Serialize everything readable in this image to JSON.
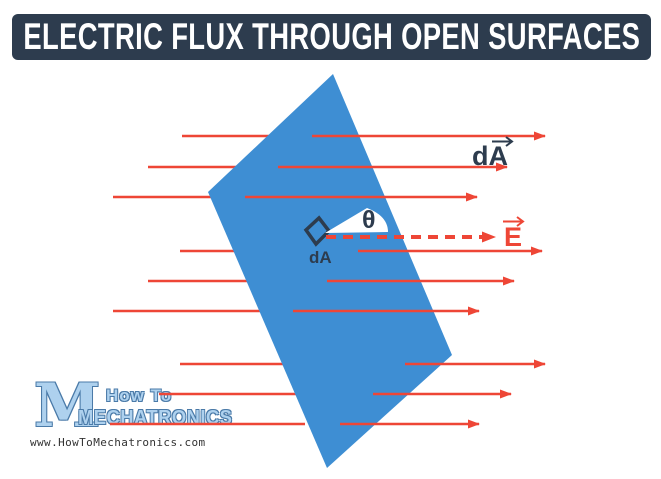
{
  "title": {
    "text": "ELECTRIC FLUX THROUGH OPEN SURFACES"
  },
  "diagram": {
    "area_vector_label": "dA",
    "field_vector_label": "E",
    "angle_label": "θ",
    "area_element_label": "dA"
  },
  "logo": {
    "monogram": "M",
    "brand_line1": "How To",
    "brand_line2": "MECHATRONICS",
    "website": "www.HowToMechatronics.com"
  },
  "colors": {
    "navy": "#2d3c4e",
    "surface_blue": "#3e8ed3",
    "field_red": "#ee4636",
    "logo_blue": "#aed1ee"
  }
}
